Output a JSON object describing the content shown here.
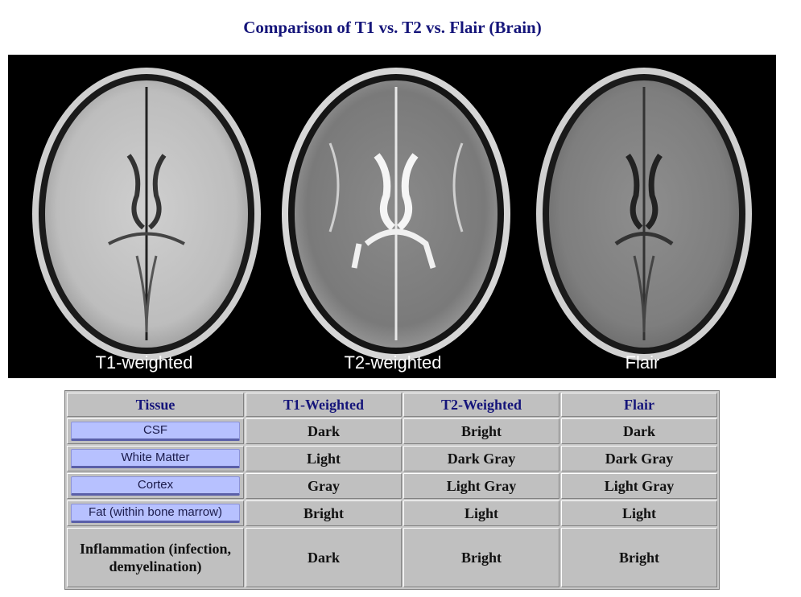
{
  "page": {
    "title": "Comparison of T1 vs. T2 vs. Flair (Brain)"
  },
  "scans": [
    {
      "label": "T1-weighted"
    },
    {
      "label": "T2-weighted"
    },
    {
      "label": "Flair"
    }
  ],
  "table": {
    "headers": [
      "Tissue",
      "T1-Weighted",
      "T2-Weighted",
      "Flair"
    ],
    "rows": [
      {
        "tissue": "CSF",
        "t1": "Dark",
        "t2": "Bright",
        "flair": "Dark"
      },
      {
        "tissue": "White Matter",
        "t1": "Light",
        "t2": "Dark Gray",
        "flair": "Dark Gray"
      },
      {
        "tissue": "Cortex",
        "t1": "Gray",
        "t2": "Light Gray",
        "flair": "Light Gray"
      },
      {
        "tissue": "Fat (within bone marrow)",
        "t1": "Bright",
        "t2": "Light",
        "flair": "Light"
      },
      {
        "tissue": "Inflammation (infection, demyelination)",
        "t1": "Dark",
        "t2": "Bright",
        "flair": "Bright"
      }
    ]
  },
  "colors": {
    "title": "#15157a",
    "header_text": "#15157a",
    "cell_bg": "#c0c0c0",
    "pill_bg": "#b7c1ff"
  }
}
